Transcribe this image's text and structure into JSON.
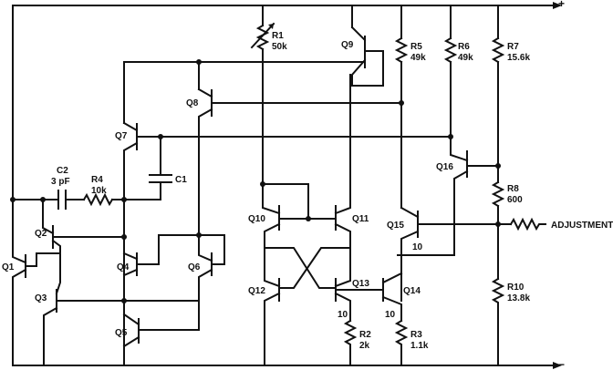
{
  "labels": {
    "plus": "+",
    "minus": "−",
    "adjustment": "ADJUSTMENT",
    "r1": "R1",
    "r1_val": "50k",
    "r2": "R2",
    "r2_val": "2k",
    "r3": "R3",
    "r3_val": "1.1k",
    "r4": "R4",
    "r4_val": "10k",
    "r5": "R5",
    "r5_val": "49k",
    "r6": "R6",
    "r6_val": "49k",
    "r7": "R7",
    "r7_val": "15.6k",
    "r8": "R8",
    "r8_val": "600",
    "r10": "R10",
    "r10_val": "13.8k",
    "c1": "C1",
    "c2": "C2",
    "c2_val": "3 pF",
    "q1": "Q1",
    "q2": "Q2",
    "q3": "Q3",
    "q4": "Q4",
    "q5": "Q5",
    "q6": "Q6",
    "q7": "Q7",
    "q8": "Q8",
    "q9": "Q9",
    "q10": "Q10",
    "q11": "Q11",
    "q12": "Q12",
    "q13": "Q13",
    "q14": "Q14",
    "q15": "Q15",
    "q16": "Q16",
    "n10a": "10",
    "n10b": "10",
    "n10c": "10"
  }
}
